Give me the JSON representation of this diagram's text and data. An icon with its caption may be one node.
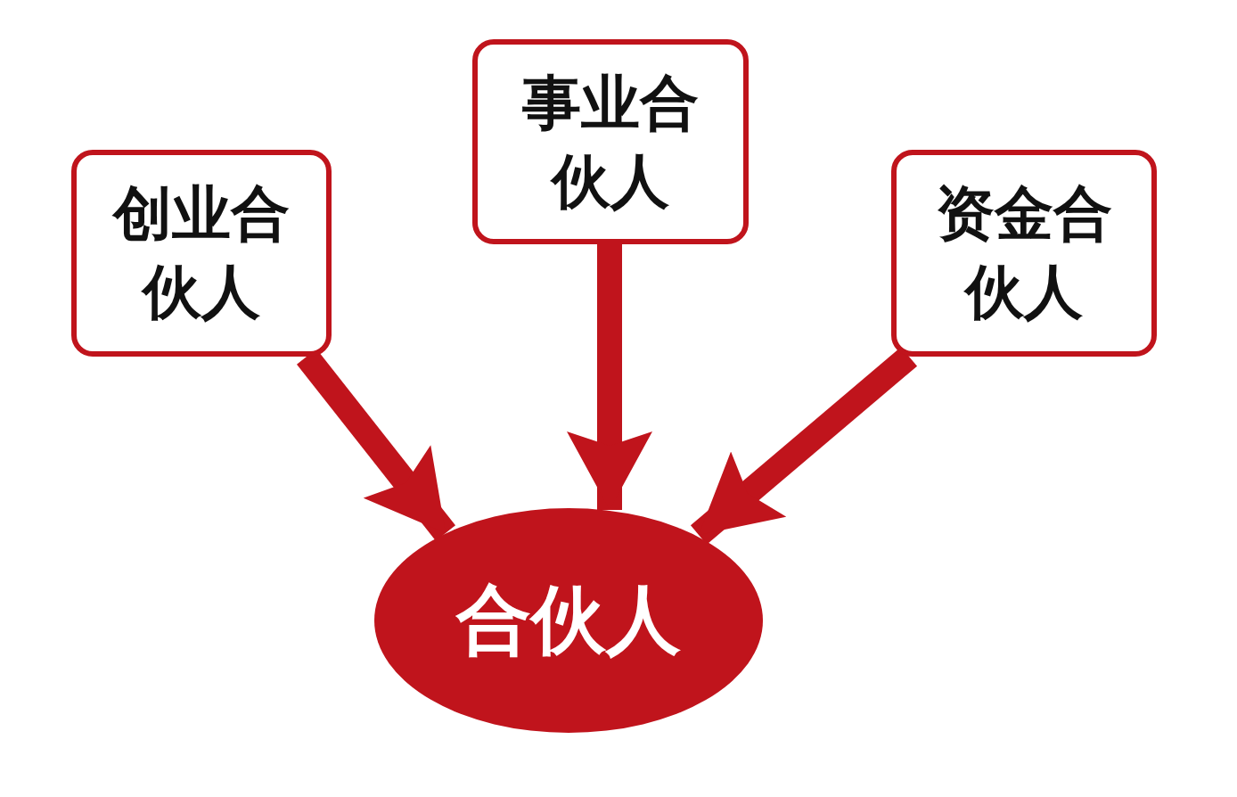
{
  "diagram": {
    "nodes": [
      {
        "text": [
          "创业合伙人"
        ]
      },
      {
        "text": [
          "事业合伙人"
        ]
      },
      {
        "text": [
          "资金合伙人"
        ]
      },
      {
        "text": [
          "合伙人"
        ]
      }
    ],
    "edges": [
      {
        "from": 0,
        "to": 3,
        "arrow": "to"
      },
      {
        "from": 1,
        "to": 3,
        "arrow": "to"
      },
      {
        "from": 2,
        "to": 3,
        "arrow": "to"
      }
    ]
  }
}
